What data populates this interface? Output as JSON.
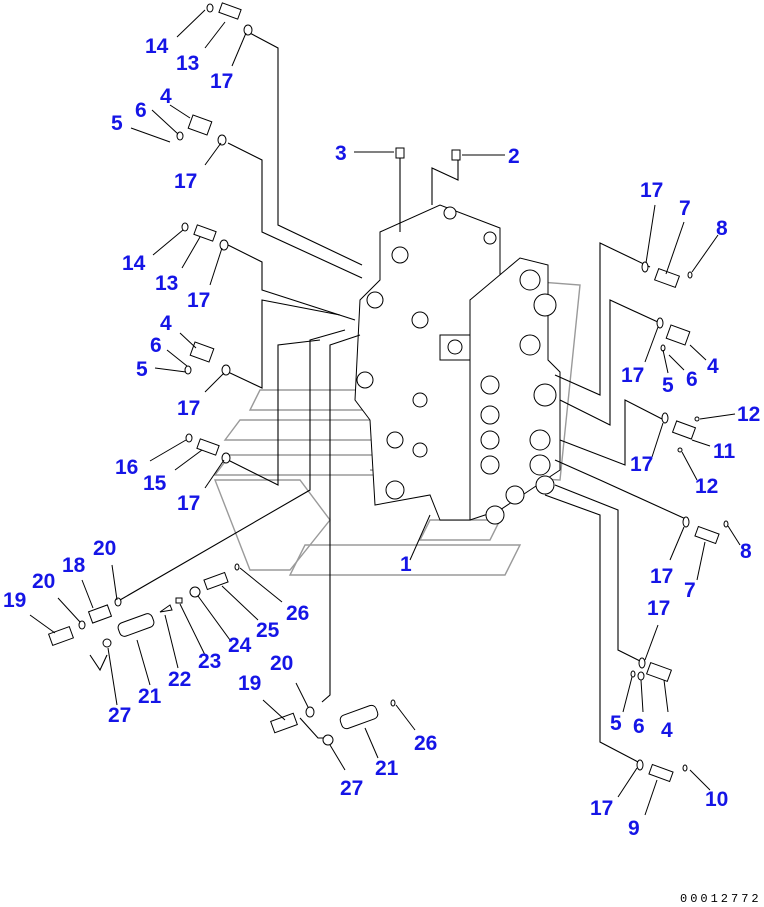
{
  "diagram": {
    "type": "exploded parts diagram",
    "subject": "control valve assembly with fittings and tubes",
    "document_number": "00012772",
    "accent_color": "#1515e6",
    "callouts": [
      {
        "id": "c14a",
        "label": "14"
      },
      {
        "id": "c13a",
        "label": "13"
      },
      {
        "id": "c17a",
        "label": "17"
      },
      {
        "id": "c4a",
        "label": "4"
      },
      {
        "id": "c6a",
        "label": "6"
      },
      {
        "id": "c5a",
        "label": "5"
      },
      {
        "id": "c17b",
        "label": "17"
      },
      {
        "id": "c3",
        "label": "3"
      },
      {
        "id": "c2",
        "label": "2"
      },
      {
        "id": "c14b",
        "label": "14"
      },
      {
        "id": "c13b",
        "label": "13"
      },
      {
        "id": "c17c",
        "label": "17"
      },
      {
        "id": "c4b",
        "label": "4"
      },
      {
        "id": "c6b",
        "label": "6"
      },
      {
        "id": "c5b",
        "label": "5"
      },
      {
        "id": "c17d",
        "label": "17"
      },
      {
        "id": "c16",
        "label": "16"
      },
      {
        "id": "c15",
        "label": "15"
      },
      {
        "id": "c17e",
        "label": "17"
      },
      {
        "id": "c17f",
        "label": "17"
      },
      {
        "id": "c7a",
        "label": "7"
      },
      {
        "id": "c8a",
        "label": "8"
      },
      {
        "id": "c17g",
        "label": "17"
      },
      {
        "id": "c5c",
        "label": "5"
      },
      {
        "id": "c6c",
        "label": "6"
      },
      {
        "id": "c4c",
        "label": "4"
      },
      {
        "id": "c12a",
        "label": "12"
      },
      {
        "id": "c11",
        "label": "11"
      },
      {
        "id": "c17h",
        "label": "17"
      },
      {
        "id": "c12b",
        "label": "12"
      },
      {
        "id": "c1",
        "label": "1"
      },
      {
        "id": "c8b",
        "label": "8"
      },
      {
        "id": "c17i",
        "label": "17"
      },
      {
        "id": "c7b",
        "label": "7"
      },
      {
        "id": "c17j",
        "label": "17"
      },
      {
        "id": "c5d",
        "label": "5"
      },
      {
        "id": "c6d",
        "label": "6"
      },
      {
        "id": "c4d",
        "label": "4"
      },
      {
        "id": "c17k",
        "label": "17"
      },
      {
        "id": "c9",
        "label": "9"
      },
      {
        "id": "c10",
        "label": "10"
      },
      {
        "id": "c20a",
        "label": "20"
      },
      {
        "id": "c18",
        "label": "18"
      },
      {
        "id": "c20b",
        "label": "20"
      },
      {
        "id": "c19a",
        "label": "19"
      },
      {
        "id": "c21a",
        "label": "21"
      },
      {
        "id": "c22",
        "label": "22"
      },
      {
        "id": "c23",
        "label": "23"
      },
      {
        "id": "c24",
        "label": "24"
      },
      {
        "id": "c25",
        "label": "25"
      },
      {
        "id": "c26a",
        "label": "26"
      },
      {
        "id": "c27a",
        "label": "27"
      },
      {
        "id": "c20c",
        "label": "20"
      },
      {
        "id": "c19b",
        "label": "19"
      },
      {
        "id": "c21b",
        "label": "21"
      },
      {
        "id": "c26b",
        "label": "26"
      },
      {
        "id": "c27b",
        "label": "27"
      }
    ]
  }
}
